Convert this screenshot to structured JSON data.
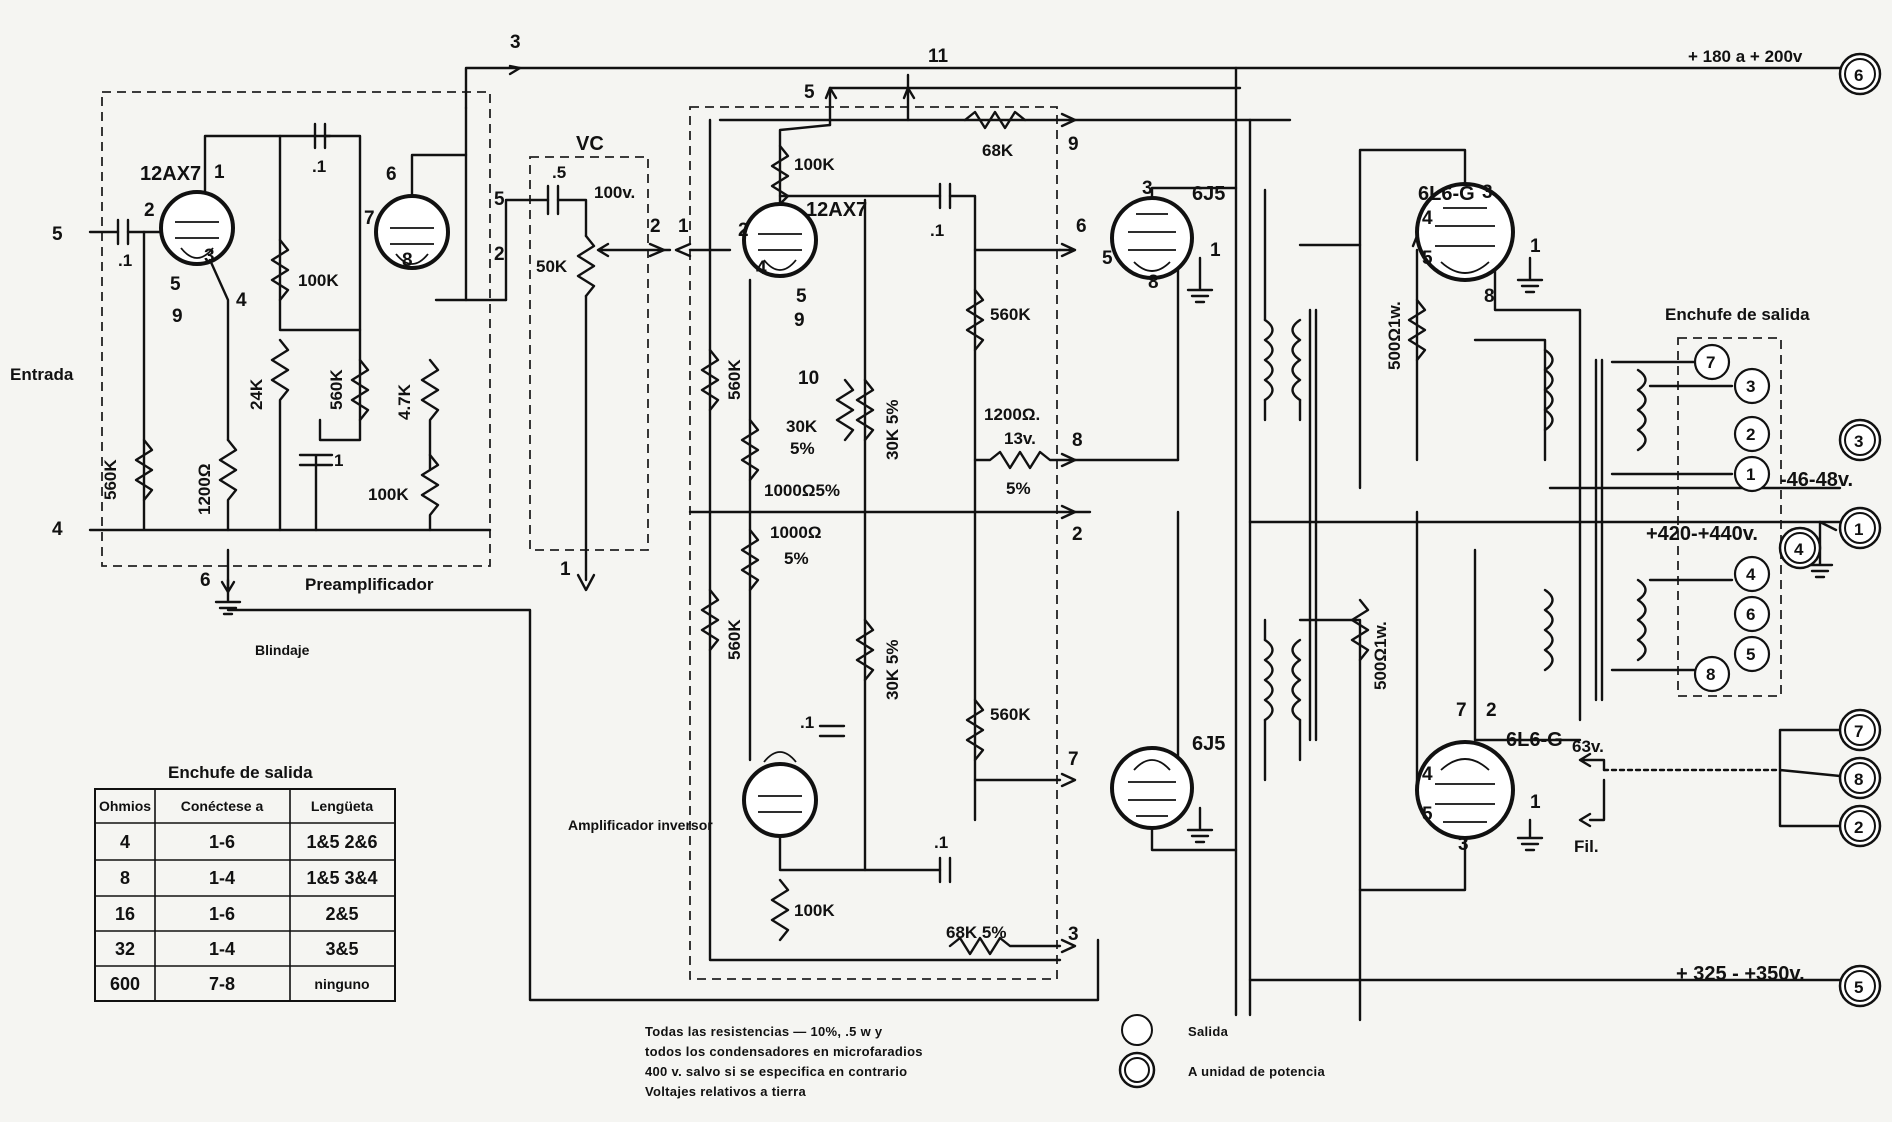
{
  "boxes": {
    "preamp": "Preamplificador",
    "vc": "VC",
    "inverter": "Amplificador inversor",
    "socket": "Enchufe de salida"
  },
  "terminals": {
    "input_label": "Entrada",
    "shield": "Blindaje",
    "in5": "5",
    "in4": "4",
    "in6": "6",
    "t3": "3",
    "t11": "11",
    "t5": "5",
    "t9": "9",
    "t6": "6",
    "t8": "8",
    "t2": "2",
    "t7": "7",
    "t3b": "3",
    "vc5": "5",
    "vc2": "2",
    "vc1": "1",
    "inv2": "2",
    "inv1": "1"
  },
  "components": {
    "tube_preamp": "12AX7",
    "tube_inverter": "12AX7",
    "tube_driver_top": "6J5",
    "tube_driver_bottom": "6J5",
    "tube_power_top": "6L6-G",
    "tube_power_bottom": "6L6-G",
    "c_in": ".1",
    "c_couple": ".1",
    "c_bypass": "1",
    "c_vc": ".5",
    "c_inv_top": ".1",
    "c_inv_mid": ".1",
    "c_inv_bot": ".1",
    "r_560k_in": "560K",
    "r_1200_cath": "1200Ω",
    "r_24k": "24K",
    "r_100k_pre": "100K",
    "r_560k_pre": "560K",
    "r_4_7k": "4.7K",
    "r_100k_pre2": "100K",
    "r_vc": "50K",
    "vc_volt": "100v.",
    "r_100k_inv": "100K",
    "r_68k": "68K",
    "r_560k_a": "560K",
    "r_560k_b": "560K",
    "r_560k_c": "560K",
    "r_560k_d": "560K",
    "r_30k_a": "30K",
    "r_30k_a2": "5%",
    "r_30k_b": "30K 5%",
    "r_30k_c": "30K 5%",
    "r_1000_a": "1000Ω5%",
    "r_1000_b": "1000Ω",
    "r_1000_b2": "5%",
    "r_1200_13": "1200Ω.",
    "r_1200_13v": "13v.",
    "r_1200_pct": "5%",
    "r_100k_inv2": "100K",
    "r_68k_5": "68K 5%",
    "r_500_a": "500Ω1w.",
    "r_500_b": "500Ω1w."
  },
  "pins": {
    "p1": "1",
    "p2": "2",
    "p3": "3",
    "p4": "4",
    "p5": "5",
    "p6": "6",
    "p7": "7",
    "p8": "8",
    "p9": "9",
    "p10": "10"
  },
  "voltages": {
    "b_low": "+ 180 a + 200v",
    "neg": "-46-48v.",
    "b_high": "+420-+440v.",
    "b_mid": "+ 325 - +350v.",
    "fil_v": "63v.",
    "fil": "Fil."
  },
  "outputs": {
    "o6": "6",
    "o3": "3",
    "o1": "1",
    "o4": "4",
    "o5": "5",
    "o7": "7",
    "o8": "8",
    "o2": "2",
    "s7": "7",
    "s3": "3",
    "s2": "2",
    "s1": "1",
    "s4": "4",
    "s6": "6",
    "s5": "5",
    "s8": "8"
  },
  "table": {
    "title": "Enchufe de salida",
    "headers": [
      "Ohmios",
      "Conéctese a",
      "Lengüeta"
    ],
    "rows": [
      [
        "4",
        "1-6",
        "1&5 2&6"
      ],
      [
        "8",
        "1-4",
        "1&5 3&4"
      ],
      [
        "16",
        "1-6",
        "2&5"
      ],
      [
        "32",
        "1-4",
        "3&5"
      ],
      [
        "600",
        "7-8",
        "ninguno"
      ]
    ]
  },
  "notes": {
    "line1": "Todas las resistencias — 10%, .5 w y",
    "line2": "todos los condensadores en microfaradios",
    "line3": "400 v. salvo si se especifica en contrario",
    "line4": "Voltajes relativos a tierra"
  },
  "legend": {
    "single": "Salida",
    "double": "A unidad de potencia"
  }
}
